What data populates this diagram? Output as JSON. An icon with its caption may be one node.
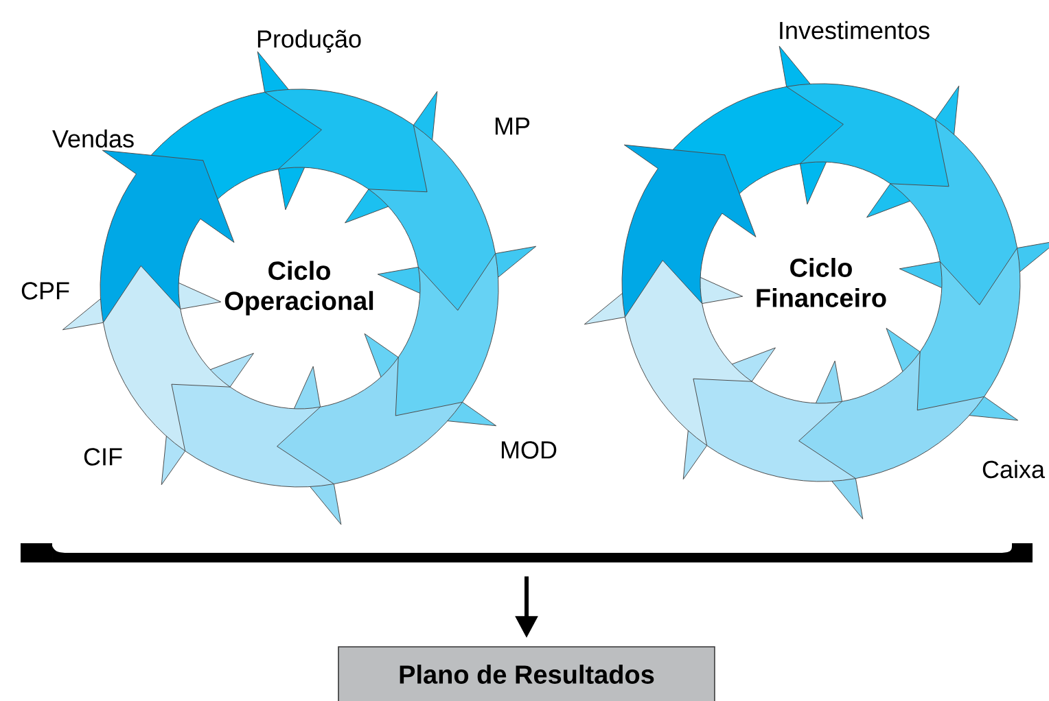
{
  "diagram": {
    "nodes": [
      {
        "text": [
          "Ciclo Operacional"
        ]
      },
      {
        "text": [
          "Ciclo Financeiro"
        ]
      },
      {
        "text": [],
        "shape": "bar"
      },
      {
        "text": [
          "Plano de Resultados"
        ]
      }
    ],
    "edges": [
      {
        "from": 2,
        "to": 3,
        "arrow": "to"
      }
    ],
    "labels": [
      "Produção",
      "Investimentos",
      "Vendas",
      "MP",
      "CPF",
      "CIF",
      "MOD",
      "Caixa"
    ]
  }
}
